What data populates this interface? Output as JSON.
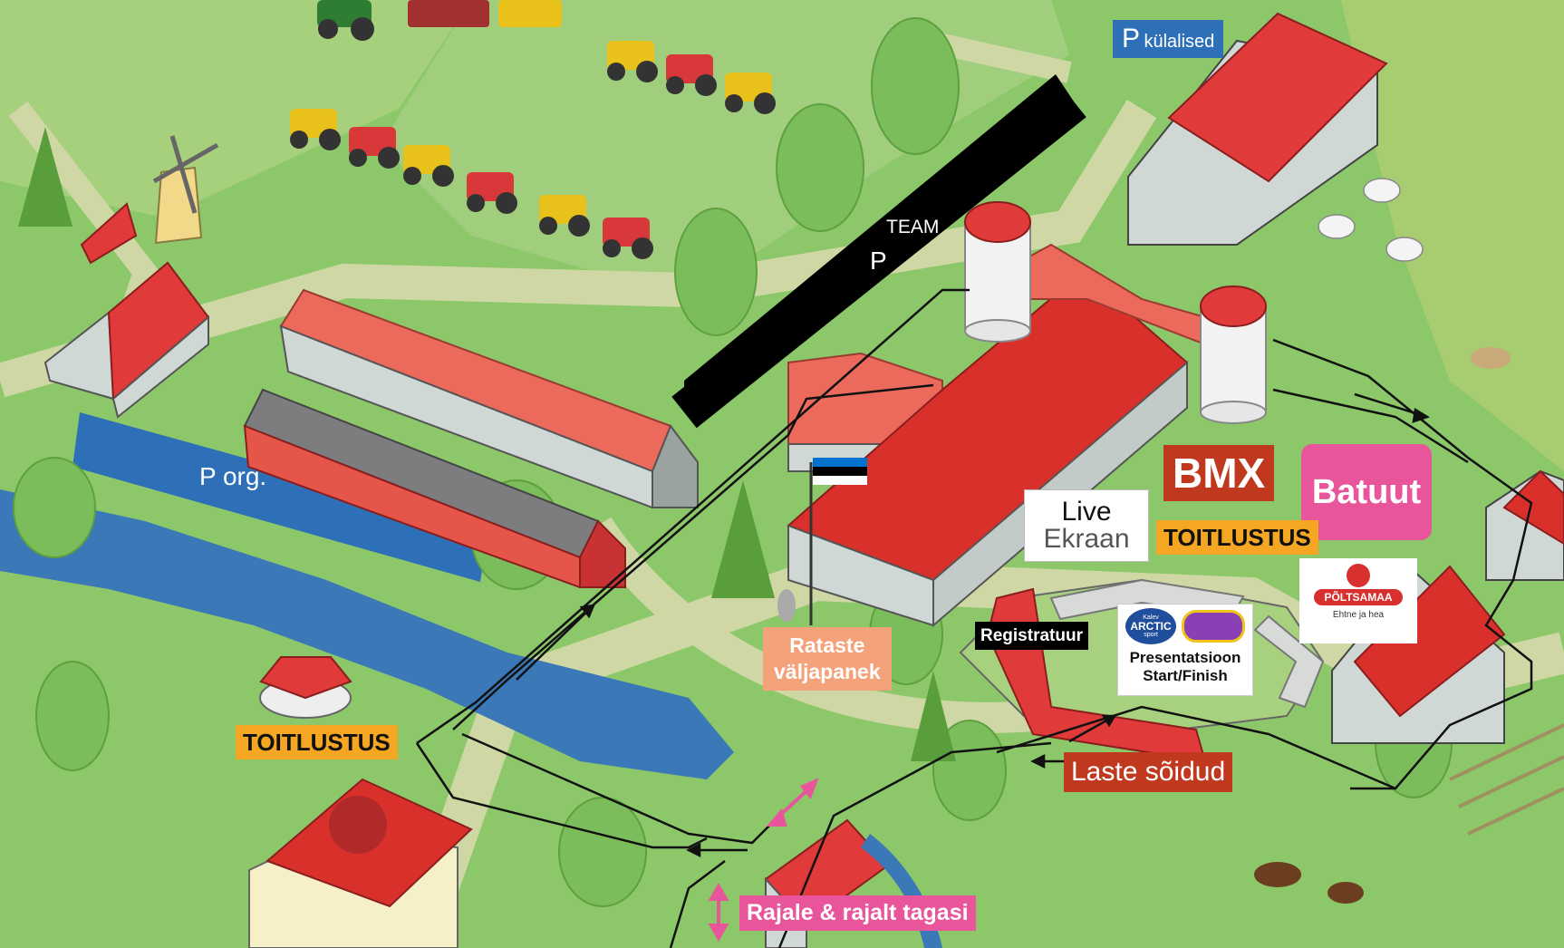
{
  "map": {
    "labels": {
      "parking_guests_p": "P",
      "parking_guests_text": "külalised",
      "team_text": "TEAM",
      "team_p": "P",
      "parking_org": "P org.",
      "bmx": "BMX",
      "batuut": "Batuut",
      "live_line1": "Live",
      "live_line2": "Ekraan",
      "toitlustus_center": "TOITLUSTUS",
      "toitlustus_left": "TOITLUSTUS",
      "rataste_line1": "Rataste",
      "rataste_line2": "väljapanek",
      "registratuur": "Registratuur",
      "presentatsioon": "Presentatsioon",
      "start_finish": "Start/Finish",
      "laste_soidud": "Laste sõidud",
      "rajale": "Rajale & rajalt tagasi"
    },
    "logos": {
      "arctic_small": "Kalev",
      "arctic_main": "ARCTIC",
      "arctic_sub": "sport",
      "poltsamaa_name": "PÕLTSAMAA",
      "poltsamaa_tagline": "Ehtne ja hea"
    },
    "colors": {
      "grass": "#8cc76a",
      "path": "#cfd8a4",
      "roof_red": "#e03a3a",
      "roof_dark": "#b02a2a",
      "wall": "#cfd8d4",
      "water": "#3a78b8",
      "track": "#111111",
      "label_orange": "#f5a623",
      "label_brick": "#c0391f",
      "label_pink": "#e8559b",
      "label_peach": "#f4a27a",
      "label_blue": "#2d70b8"
    }
  }
}
